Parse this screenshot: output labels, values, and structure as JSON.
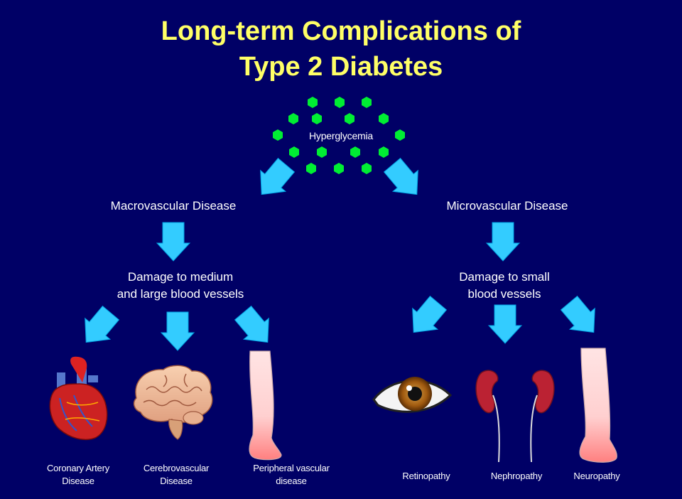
{
  "title": {
    "line1": "Long-term Complications of",
    "line2": "Type 2 Diabetes"
  },
  "root": {
    "label": "Hyperglycemia"
  },
  "branches": {
    "macro": {
      "label": "Macrovascular Disease",
      "mechanism_line1": "Damage to medium",
      "mechanism_line2": "and large blood vessels",
      "outcomes": [
        {
          "line1": "Coronary Artery",
          "line2": "Disease",
          "icon": "heart-icon"
        },
        {
          "line1": "Cerebrovascular",
          "line2": "Disease",
          "icon": "brain-icon"
        },
        {
          "line1": "Peripheral vascular",
          "line2": "disease",
          "icon": "leg-icon"
        }
      ]
    },
    "micro": {
      "label": "Microvascular Disease",
      "mechanism_line1": "Damage to small",
      "mechanism_line2": "blood vessels",
      "outcomes": [
        {
          "line1": "Retinopathy",
          "icon": "eye-icon"
        },
        {
          "line1": "Nephropathy",
          "icon": "kidneys-icon"
        },
        {
          "line1": "Neuropathy",
          "icon": "leg-icon"
        }
      ]
    }
  },
  "colors": {
    "background": "#000066",
    "title": "#ffff66",
    "text": "#ffffff",
    "arrow": "#33ccff",
    "glucose": "#00ee33"
  }
}
